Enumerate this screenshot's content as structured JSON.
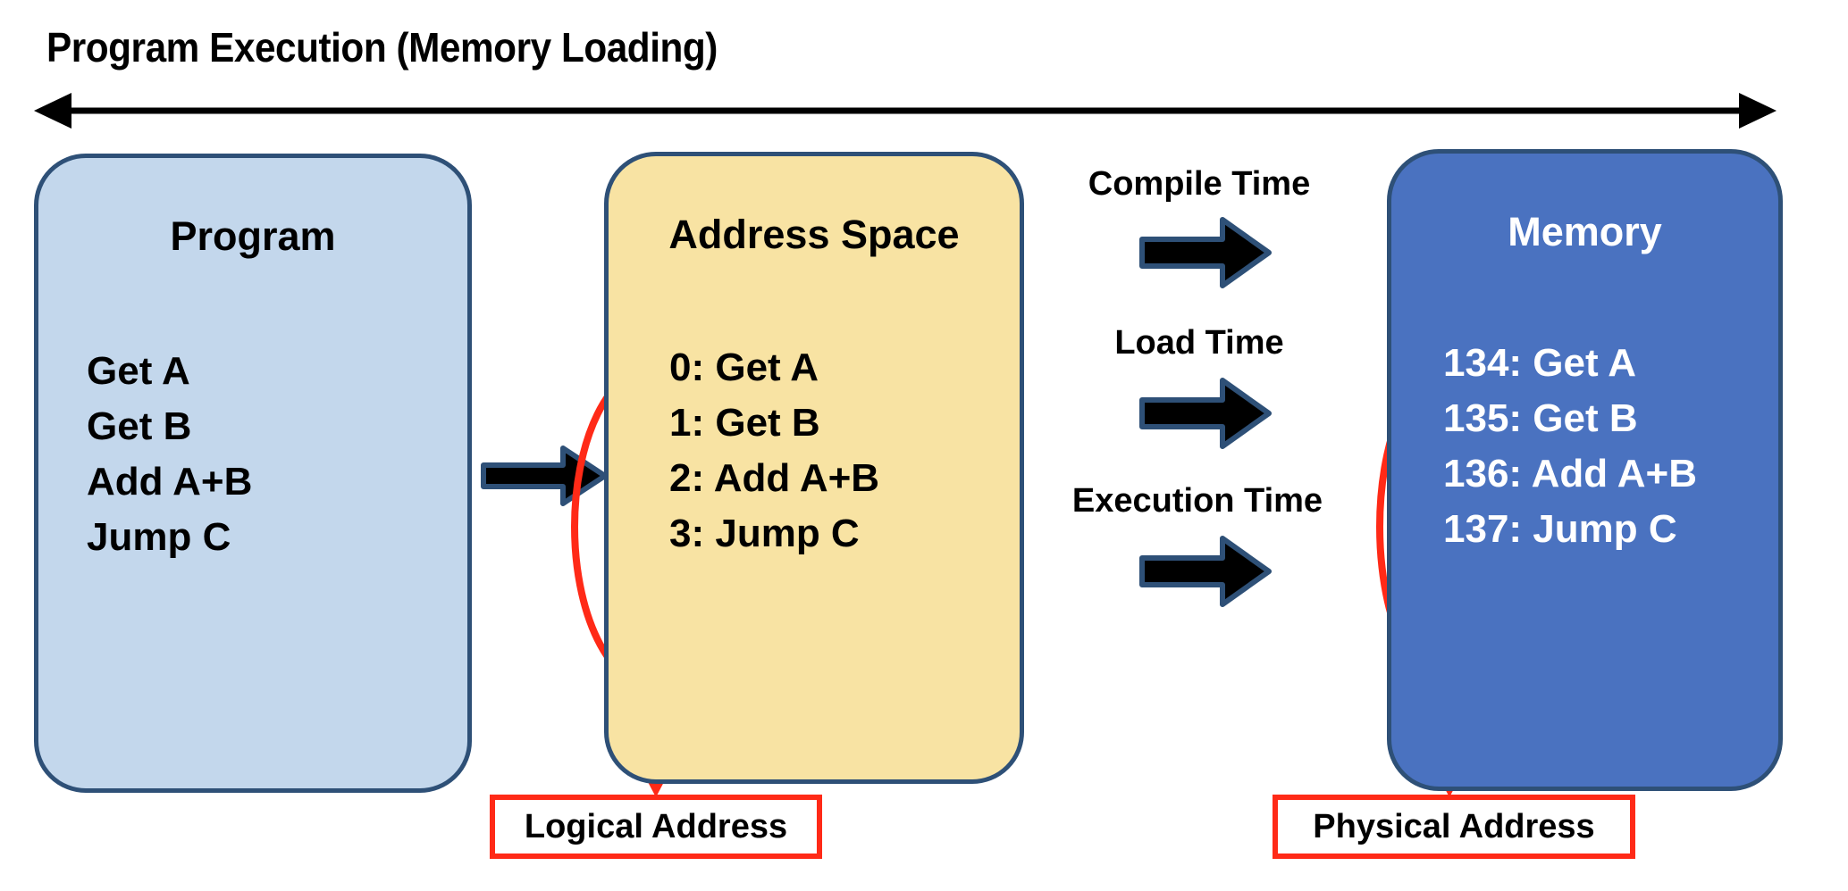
{
  "title": "Program Execution (Memory Loading)",
  "timeline_arrow": {
    "name": "bidirectional-timeline-arrow",
    "direction": "both"
  },
  "colors": {
    "program_fill": "#C3D7EC",
    "address_space_fill": "#F8E3A3",
    "memory_fill": "#4A72C0",
    "panel_border": "#2E5077",
    "highlight_red": "#FF2A17",
    "arrow_black": "#000000",
    "arrow_outline": "#2E5077"
  },
  "panels": {
    "program": {
      "title": "Program",
      "lines": "Get A\nGet B\nAdd A+B\nJump C",
      "items": [
        "Get A",
        "Get B",
        "Add A+B",
        "Jump C"
      ]
    },
    "address_space": {
      "title": "Address Space",
      "lines": "0: Get A\n1: Get B\n2: Add A+B\n3: Jump C",
      "items": [
        {
          "address": "0",
          "instruction": "Get A"
        },
        {
          "address": "1",
          "instruction": "Get B"
        },
        {
          "address": "2",
          "instruction": "Add A+B"
        },
        {
          "address": "3",
          "instruction": "Jump C"
        }
      ]
    },
    "memory": {
      "title": "Memory",
      "lines": "134: Get A\n135: Get B\n136: Add A+B\n137: Jump C",
      "items": [
        {
          "address": "134",
          "instruction": "Get A"
        },
        {
          "address": "135",
          "instruction": "Get B"
        },
        {
          "address": "136",
          "instruction": "Add A+B"
        },
        {
          "address": "137",
          "instruction": "Jump C"
        }
      ]
    }
  },
  "stages": [
    {
      "label": "Compile Time",
      "arrow": "right-arrow-compile"
    },
    {
      "label": "Load Time",
      "arrow": "right-arrow-load"
    },
    {
      "label": "Execution Time",
      "arrow": "right-arrow-execution"
    }
  ],
  "callouts": {
    "logical": "Logical Address",
    "physical": "Physical Address"
  },
  "annotations": {
    "address_space_ellipse": "red-ellipse-logical-address",
    "memory_ellipse": "red-ellipse-physical-address"
  }
}
